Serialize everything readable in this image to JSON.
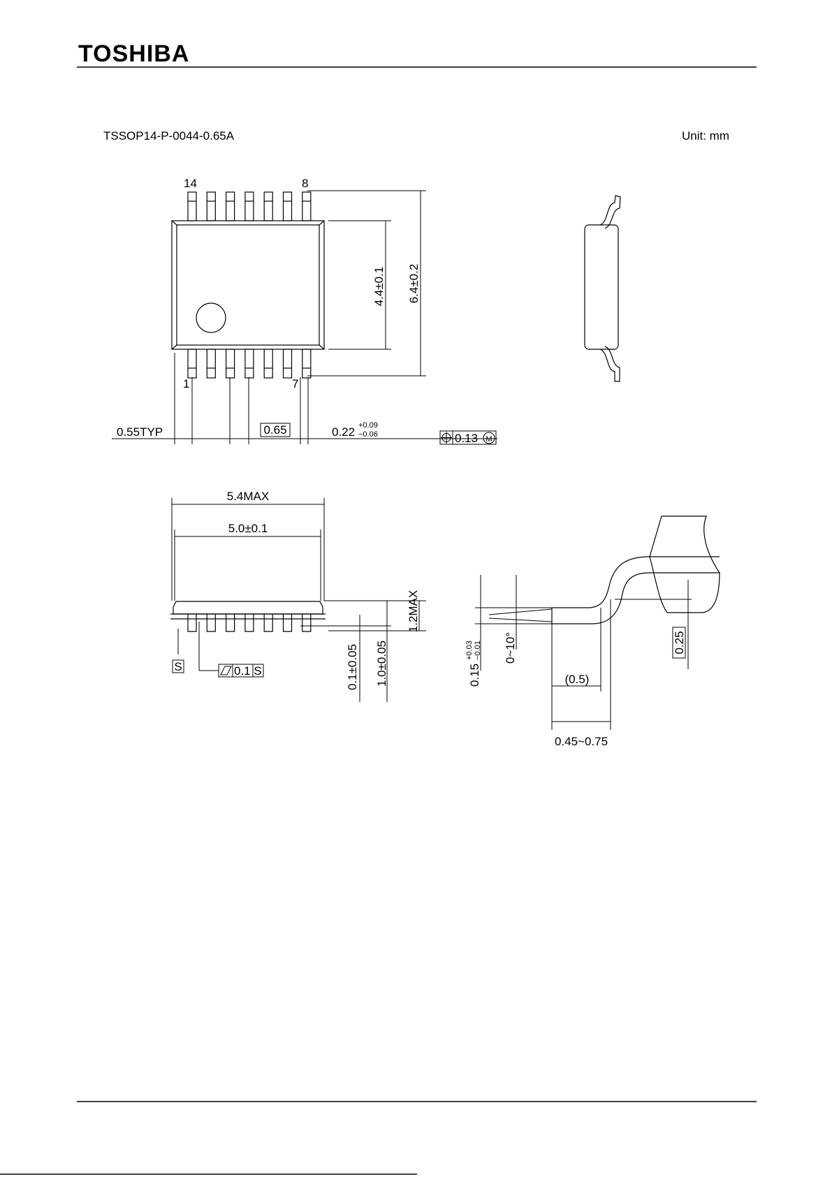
{
  "header": {
    "logo": "TOSHIBA"
  },
  "package": {
    "code": "TSSOP14-P-0044-0.65A",
    "unit": "Unit: mm"
  },
  "top_view": {
    "pin_labels": {
      "top_left": "14",
      "top_right": "8",
      "bottom_left": "1",
      "bottom_right": "7"
    },
    "pin_count": 14,
    "dims": {
      "body_width_height": "4.4±0.1",
      "overall_height": "6.4±0.2",
      "end_offset": "0.55TYP",
      "pitch": "0.65",
      "lead_width": "0.22",
      "lead_width_tol_plus": "+0.09",
      "lead_width_tol_minus": "−0.06",
      "position_tol": "0.13",
      "position_tol_modifier": "M"
    }
  },
  "side_view": {
    "dims": {
      "max_length": "5.4MAX",
      "body_length": "5.0±0.1",
      "max_height": "1.2MAX",
      "standoff": "0.1±0.05",
      "body_height": "1.0±0.05",
      "datum": "S",
      "flatness_value": "0.1",
      "flatness_datum": "S"
    }
  },
  "lead_detail": {
    "dims": {
      "thickness": "0.15",
      "thickness_tol_plus": "+0.03",
      "thickness_tol_minus": "−0.01",
      "angle": "0~10°",
      "gauge": "0.25",
      "foot_ref": "(0.5)",
      "foot_range": "0.45~0.75"
    }
  }
}
